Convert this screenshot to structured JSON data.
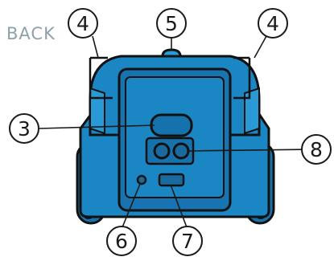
{
  "view_label": "BACK",
  "colors": {
    "body": "#1b86c4",
    "body_light": "#2a9ad6",
    "panel": "#1774b0",
    "outline": "#111111",
    "callout_fill": "#ffffff",
    "callout_stroke": "#1a1a1a"
  },
  "callouts": [
    {
      "id": "callout-4-left",
      "number": "4"
    },
    {
      "id": "callout-5",
      "number": "5"
    },
    {
      "id": "callout-4-right",
      "number": "4"
    },
    {
      "id": "callout-3",
      "number": "3"
    },
    {
      "id": "callout-8",
      "number": "8"
    },
    {
      "id": "callout-6",
      "number": "6"
    },
    {
      "id": "callout-7",
      "number": "7"
    }
  ]
}
